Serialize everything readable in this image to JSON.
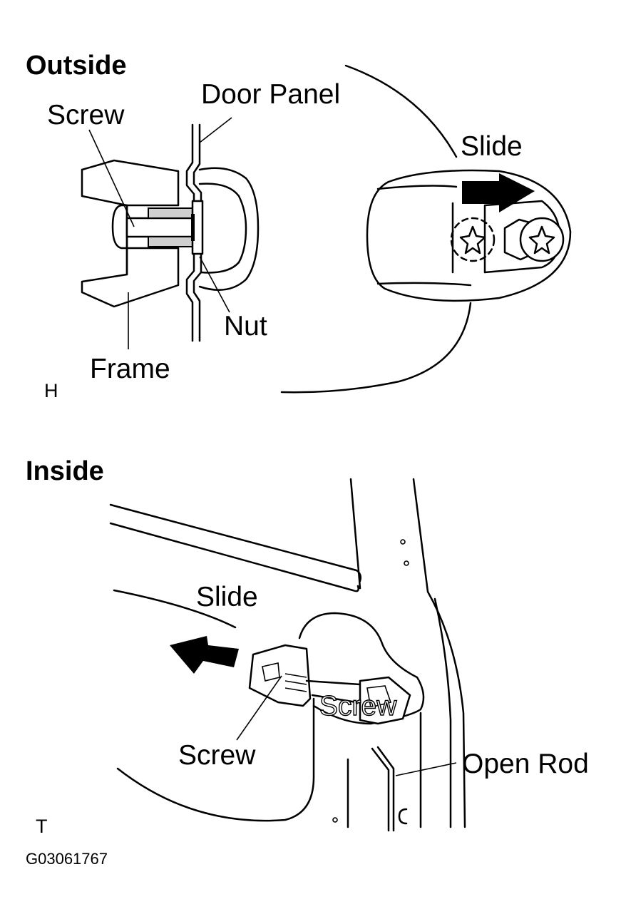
{
  "outside": {
    "heading": "Outside",
    "label_door_panel": "Door Panel",
    "label_screw": "Screw",
    "label_slide": "Slide",
    "label_nut": "Nut",
    "label_frame": "Frame",
    "corner_mark": "H"
  },
  "inside": {
    "heading": "Inside",
    "label_slide": "Slide",
    "label_screw": "Screw",
    "label_screw_overlay": "Screw",
    "label_open_rod": "Open Rod",
    "corner_mark": "T"
  },
  "figure_code": "G03061767"
}
